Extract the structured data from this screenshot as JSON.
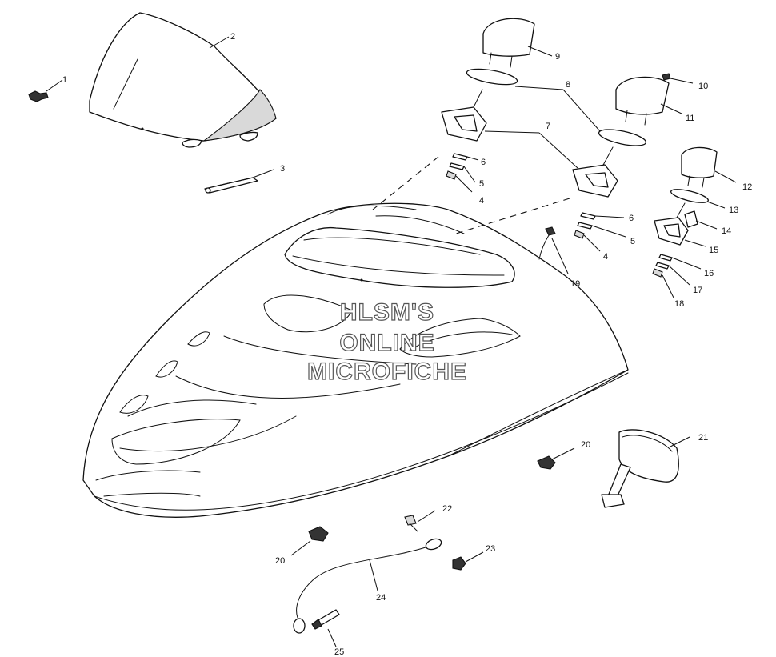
{
  "watermark": {
    "line1": "HLSM'S",
    "line2": "ONLINE",
    "line3": "MICROFICHE"
  },
  "callouts": [
    {
      "id": "c1",
      "text": "1"
    },
    {
      "id": "c2",
      "text": "2"
    },
    {
      "id": "c3",
      "text": "3"
    },
    {
      "id": "c4a",
      "text": "4"
    },
    {
      "id": "c4b",
      "text": "4"
    },
    {
      "id": "c5a",
      "text": "5"
    },
    {
      "id": "c5b",
      "text": "5"
    },
    {
      "id": "c6a",
      "text": "6"
    },
    {
      "id": "c6b",
      "text": "6"
    },
    {
      "id": "c7",
      "text": "7"
    },
    {
      "id": "c8",
      "text": "8"
    },
    {
      "id": "c9",
      "text": "9"
    },
    {
      "id": "c10",
      "text": "10"
    },
    {
      "id": "c11",
      "text": "11"
    },
    {
      "id": "c12",
      "text": "12"
    },
    {
      "id": "c13",
      "text": "13"
    },
    {
      "id": "c14",
      "text": "14"
    },
    {
      "id": "c15",
      "text": "15"
    },
    {
      "id": "c16",
      "text": "16"
    },
    {
      "id": "c17",
      "text": "17"
    },
    {
      "id": "c18",
      "text": "18"
    },
    {
      "id": "c19",
      "text": "19"
    },
    {
      "id": "c20a",
      "text": "20"
    },
    {
      "id": "c20b",
      "text": "20"
    },
    {
      "id": "c21",
      "text": "21"
    },
    {
      "id": "c22",
      "text": "22"
    },
    {
      "id": "c23",
      "text": "23"
    },
    {
      "id": "c24",
      "text": "24"
    },
    {
      "id": "c25",
      "text": "25"
    }
  ]
}
